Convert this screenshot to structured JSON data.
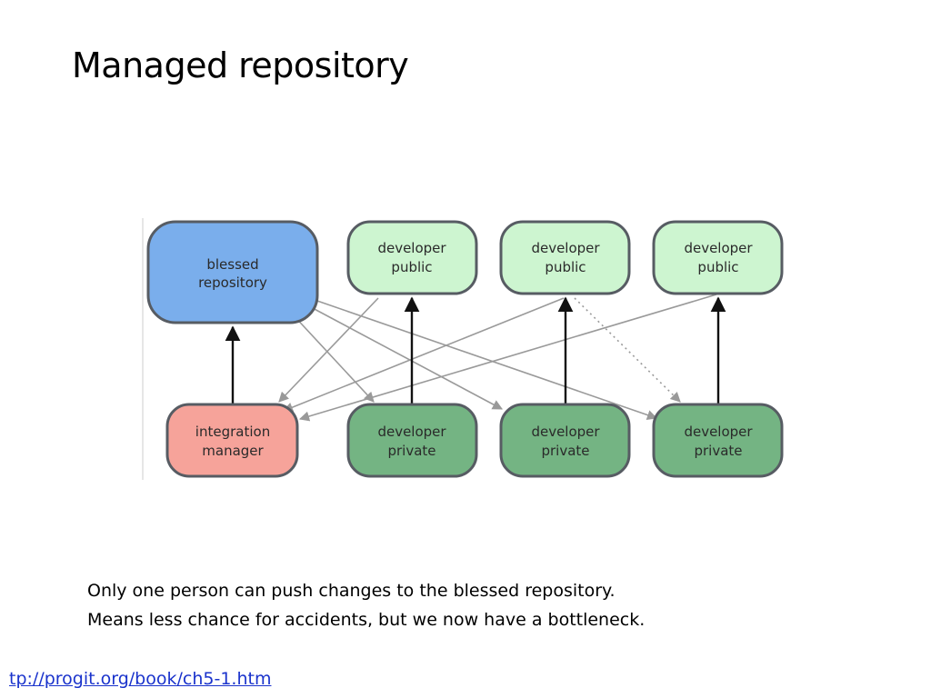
{
  "title": "Managed repository",
  "diagram": {
    "nodes": {
      "blessed": {
        "line1": "blessed",
        "line2": "repository",
        "color": "#7aaeec"
      },
      "pub1": {
        "line1": "developer",
        "line2": "public",
        "color": "#cdf5d0"
      },
      "pub2": {
        "line1": "developer",
        "line2": "public",
        "color": "#cdf5d0"
      },
      "pub3": {
        "line1": "developer",
        "line2": "public",
        "color": "#cdf5d0"
      },
      "manager": {
        "line1": "integration",
        "line2": "manager",
        "color": "#f6a39a"
      },
      "priv1": {
        "line1": "developer",
        "line2": "private",
        "color": "#74b483"
      },
      "priv2": {
        "line1": "developer",
        "line2": "private",
        "color": "#74b483"
      },
      "priv3": {
        "line1": "developer",
        "line2": "private",
        "color": "#74b483"
      }
    }
  },
  "caption": {
    "line1": "Only one person can push changes to the blessed repository.",
    "line2": "Means less chance for accidents, but we now have a bottleneck."
  },
  "source_link": "tp://progit.org/book/ch5-1.htm"
}
